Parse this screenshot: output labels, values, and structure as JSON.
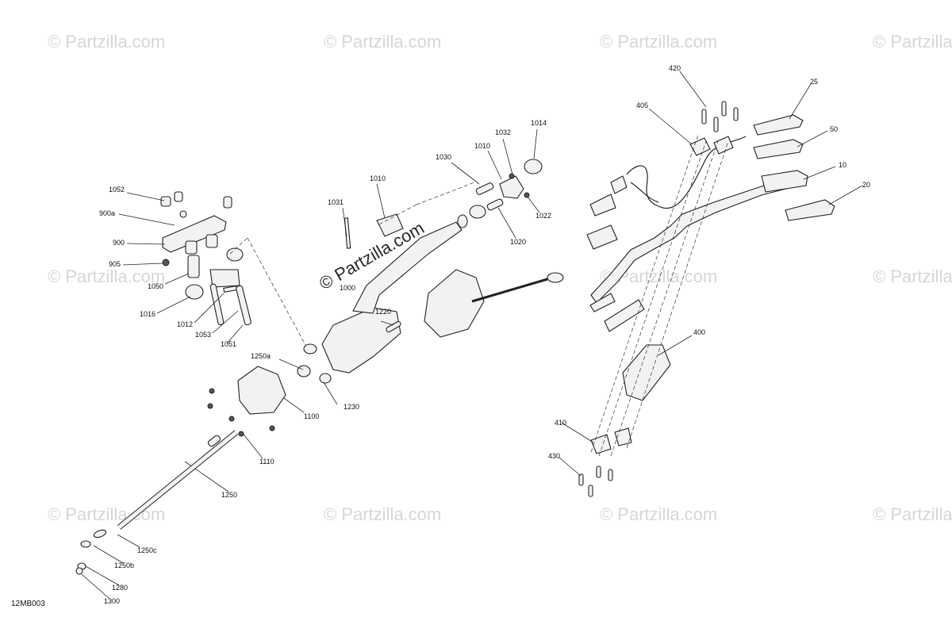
{
  "watermark": "© Partzilla.com",
  "center_watermark": "© Partzilla.com",
  "diagram_code": "12MB003",
  "callouts": [
    "1052",
    "900a",
    "900",
    "905",
    "1050",
    "1016",
    "1012",
    "1053",
    "1051",
    "1031",
    "1010",
    "1030",
    "1032",
    "1010",
    "1014",
    "1022",
    "1020",
    "1000",
    "1220",
    "1250a",
    "1230",
    "1100",
    "1110",
    "1250",
    "1250c",
    "1250b",
    "1280",
    "1300",
    "420",
    "405",
    "25",
    "50",
    "10",
    "20",
    "400",
    "410",
    "430"
  ]
}
